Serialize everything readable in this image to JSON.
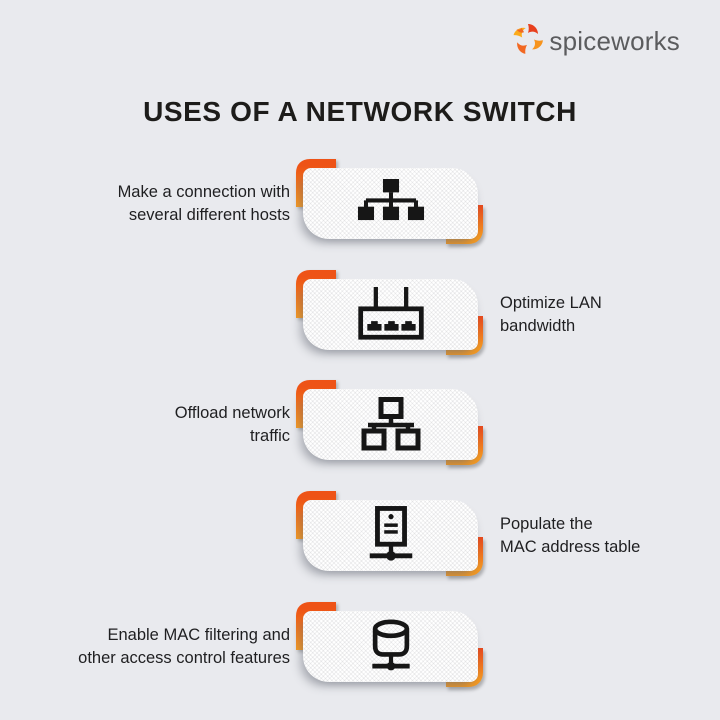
{
  "page": {
    "background_color": "#e9eaee",
    "accent_orange_dark": "#e8481c",
    "accent_orange_light": "#f89a1f",
    "card_color": "#ffffff",
    "text_color": "#1f1f21"
  },
  "logo": {
    "text": "spiceworks",
    "icon": "spiceworks-swirl-icon",
    "text_color": "#5b5c5e"
  },
  "title": {
    "text": "USES OF A NETWORK SWITCH"
  },
  "items": [
    {
      "icon": "network-hosts-icon",
      "side": "left",
      "lines": [
        "Make a connection with",
        "several different hosts"
      ]
    },
    {
      "icon": "lan-router-icon",
      "side": "right",
      "lines": [
        "Optimize LAN",
        "bandwidth"
      ]
    },
    {
      "icon": "network-traffic-icon",
      "side": "left",
      "lines": [
        "Offload network",
        "traffic"
      ]
    },
    {
      "icon": "server-mac-table-icon",
      "side": "right",
      "lines": [
        "Populate the",
        "MAC address table"
      ]
    },
    {
      "icon": "database-filter-icon",
      "side": "left",
      "lines": [
        "Enable MAC filtering and",
        "other access control features"
      ]
    }
  ]
}
